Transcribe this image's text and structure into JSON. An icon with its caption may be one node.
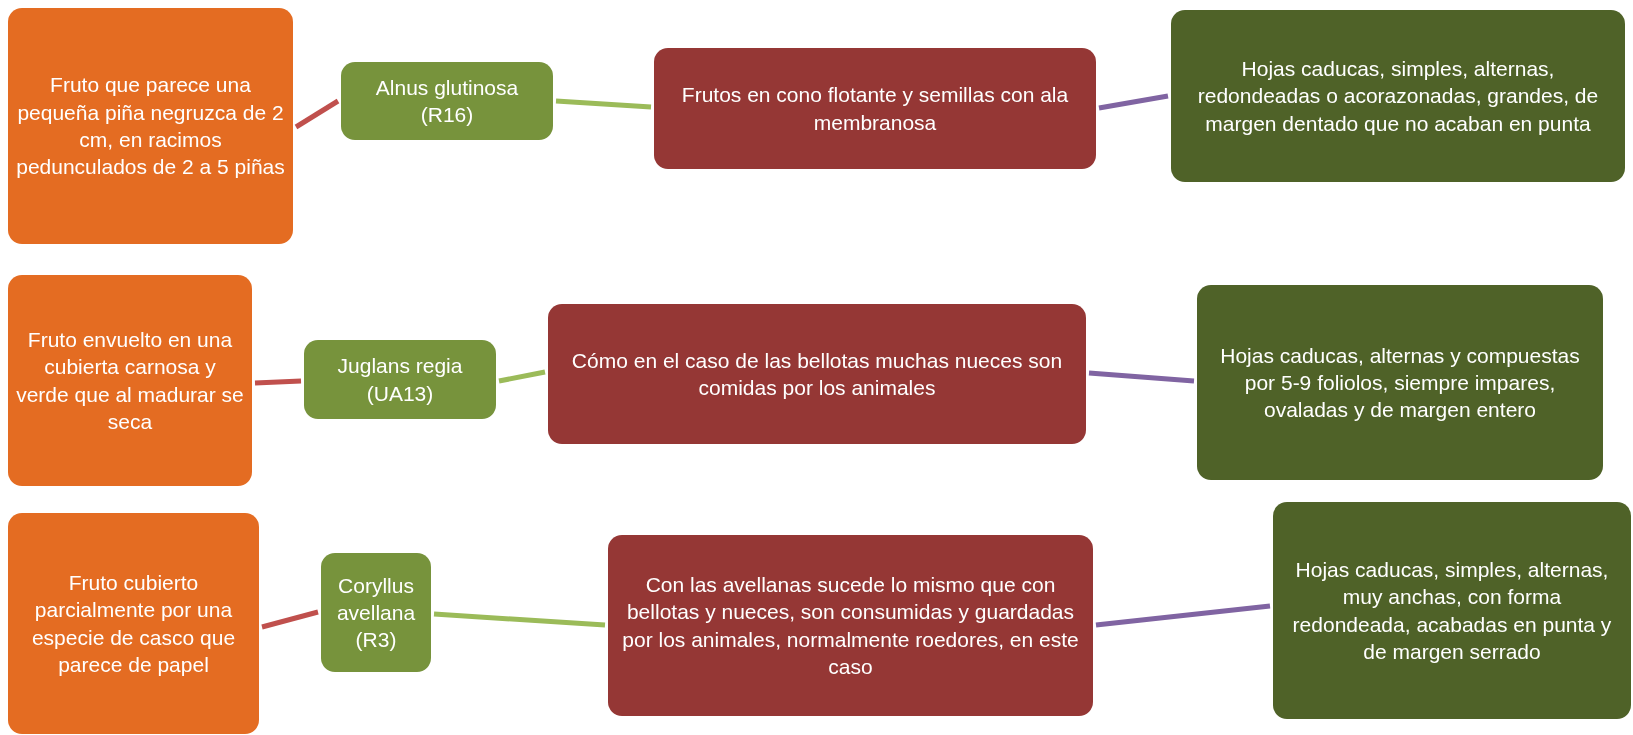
{
  "diagram": {
    "nodes": [
      {
        "text": [
          "Fruto que parece una pequeña piña negruzca de 2 cm, en racimos pedunculados de 2 a 5 piñas"
        ]
      },
      {
        "text": [
          "Alnus glutinosa (R16)"
        ]
      },
      {
        "text": [
          "Frutos en cono flotante y semillas con ala membranosa"
        ]
      },
      {
        "text": [
          "Hojas caducas, simples, alternas, redondeadas o acorazonadas, grandes, de margen dentado que no acaban en punta"
        ]
      },
      {
        "text": [
          "Fruto envuelto en una cubierta carnosa y verde que al madurar se seca"
        ]
      },
      {
        "text": [
          "Juglans regia (UA13)"
        ]
      },
      {
        "text": [
          "Cómo en el caso de las bellotas muchas nueces son comidas por los animales"
        ]
      },
      {
        "text": [
          "Hojas caducas, alternas y compuestas por 5-9 foliolos, siempre impares, ovaladas y de margen entero"
        ]
      },
      {
        "text": [
          "Fruto cubierto parcialmente por una especie de casco que parece de papel"
        ]
      },
      {
        "text": [
          "Coryllus avellana (R3)"
        ]
      },
      {
        "text": [
          "Con las avellanas sucede lo mismo que con bellotas y nueces, son consumidas y guardadas por los animales, normalmente roedores, en este caso"
        ]
      },
      {
        "text": [
          "Hojas caducas, simples, alternas, muy anchas, con forma redondeada, acabadas en punta y de margen serrado"
        ]
      }
    ],
    "edges": [
      {
        "from": 0,
        "to": 1,
        "arrow": "none",
        "color": "#c0504d"
      },
      {
        "from": 1,
        "to": 2,
        "arrow": "none",
        "color": "#9bbb59"
      },
      {
        "from": 2,
        "to": 3,
        "arrow": "none",
        "color": "#8064a2"
      },
      {
        "from": 4,
        "to": 5,
        "arrow": "none",
        "color": "#c0504d"
      },
      {
        "from": 5,
        "to": 6,
        "arrow": "none",
        "color": "#9bbb59"
      },
      {
        "from": 6,
        "to": 7,
        "arrow": "none",
        "color": "#8064a2"
      },
      {
        "from": 8,
        "to": 9,
        "arrow": "none",
        "color": "#c0504d"
      },
      {
        "from": 9,
        "to": 10,
        "arrow": "none",
        "color": "#9bbb59"
      },
      {
        "from": 10,
        "to": 11,
        "arrow": "none",
        "color": "#8064a2"
      }
    ]
  }
}
